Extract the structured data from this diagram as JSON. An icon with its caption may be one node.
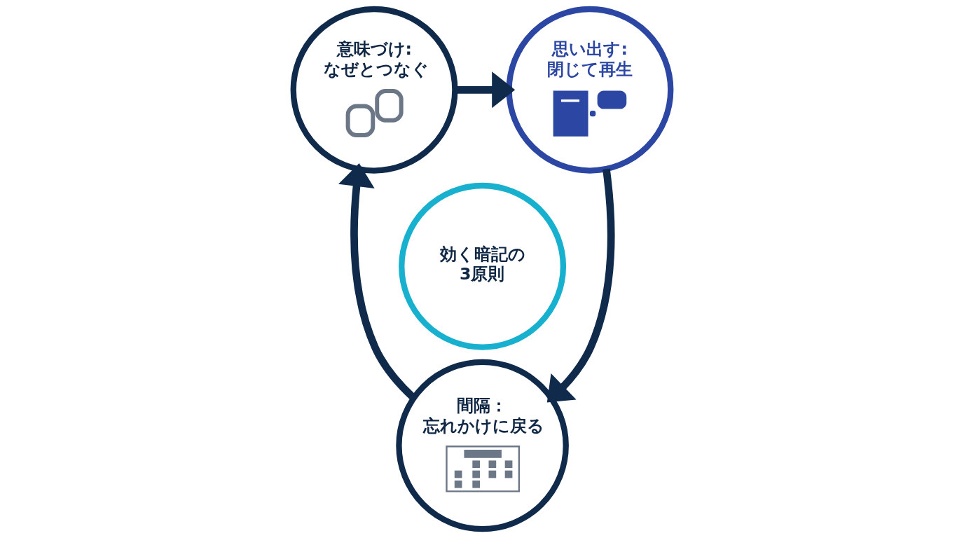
{
  "diagram": {
    "nodes": [
      {
        "text": [
          "効く暗記の3原則"
        ]
      },
      {
        "text": [
          "意味づけ:なぜとつなぐ"
        ]
      },
      {
        "text": [
          "思い出す:閉じて再生"
        ]
      },
      {
        "text": [
          "間隔：忘れかけに戻る"
        ]
      }
    ],
    "edges": [
      {
        "from": 1,
        "to": 2,
        "arrow": "to"
      },
      {
        "from": 2,
        "to": 3,
        "arrow": "to"
      },
      {
        "from": 3,
        "to": 1,
        "arrow": "to"
      }
    ]
  }
}
